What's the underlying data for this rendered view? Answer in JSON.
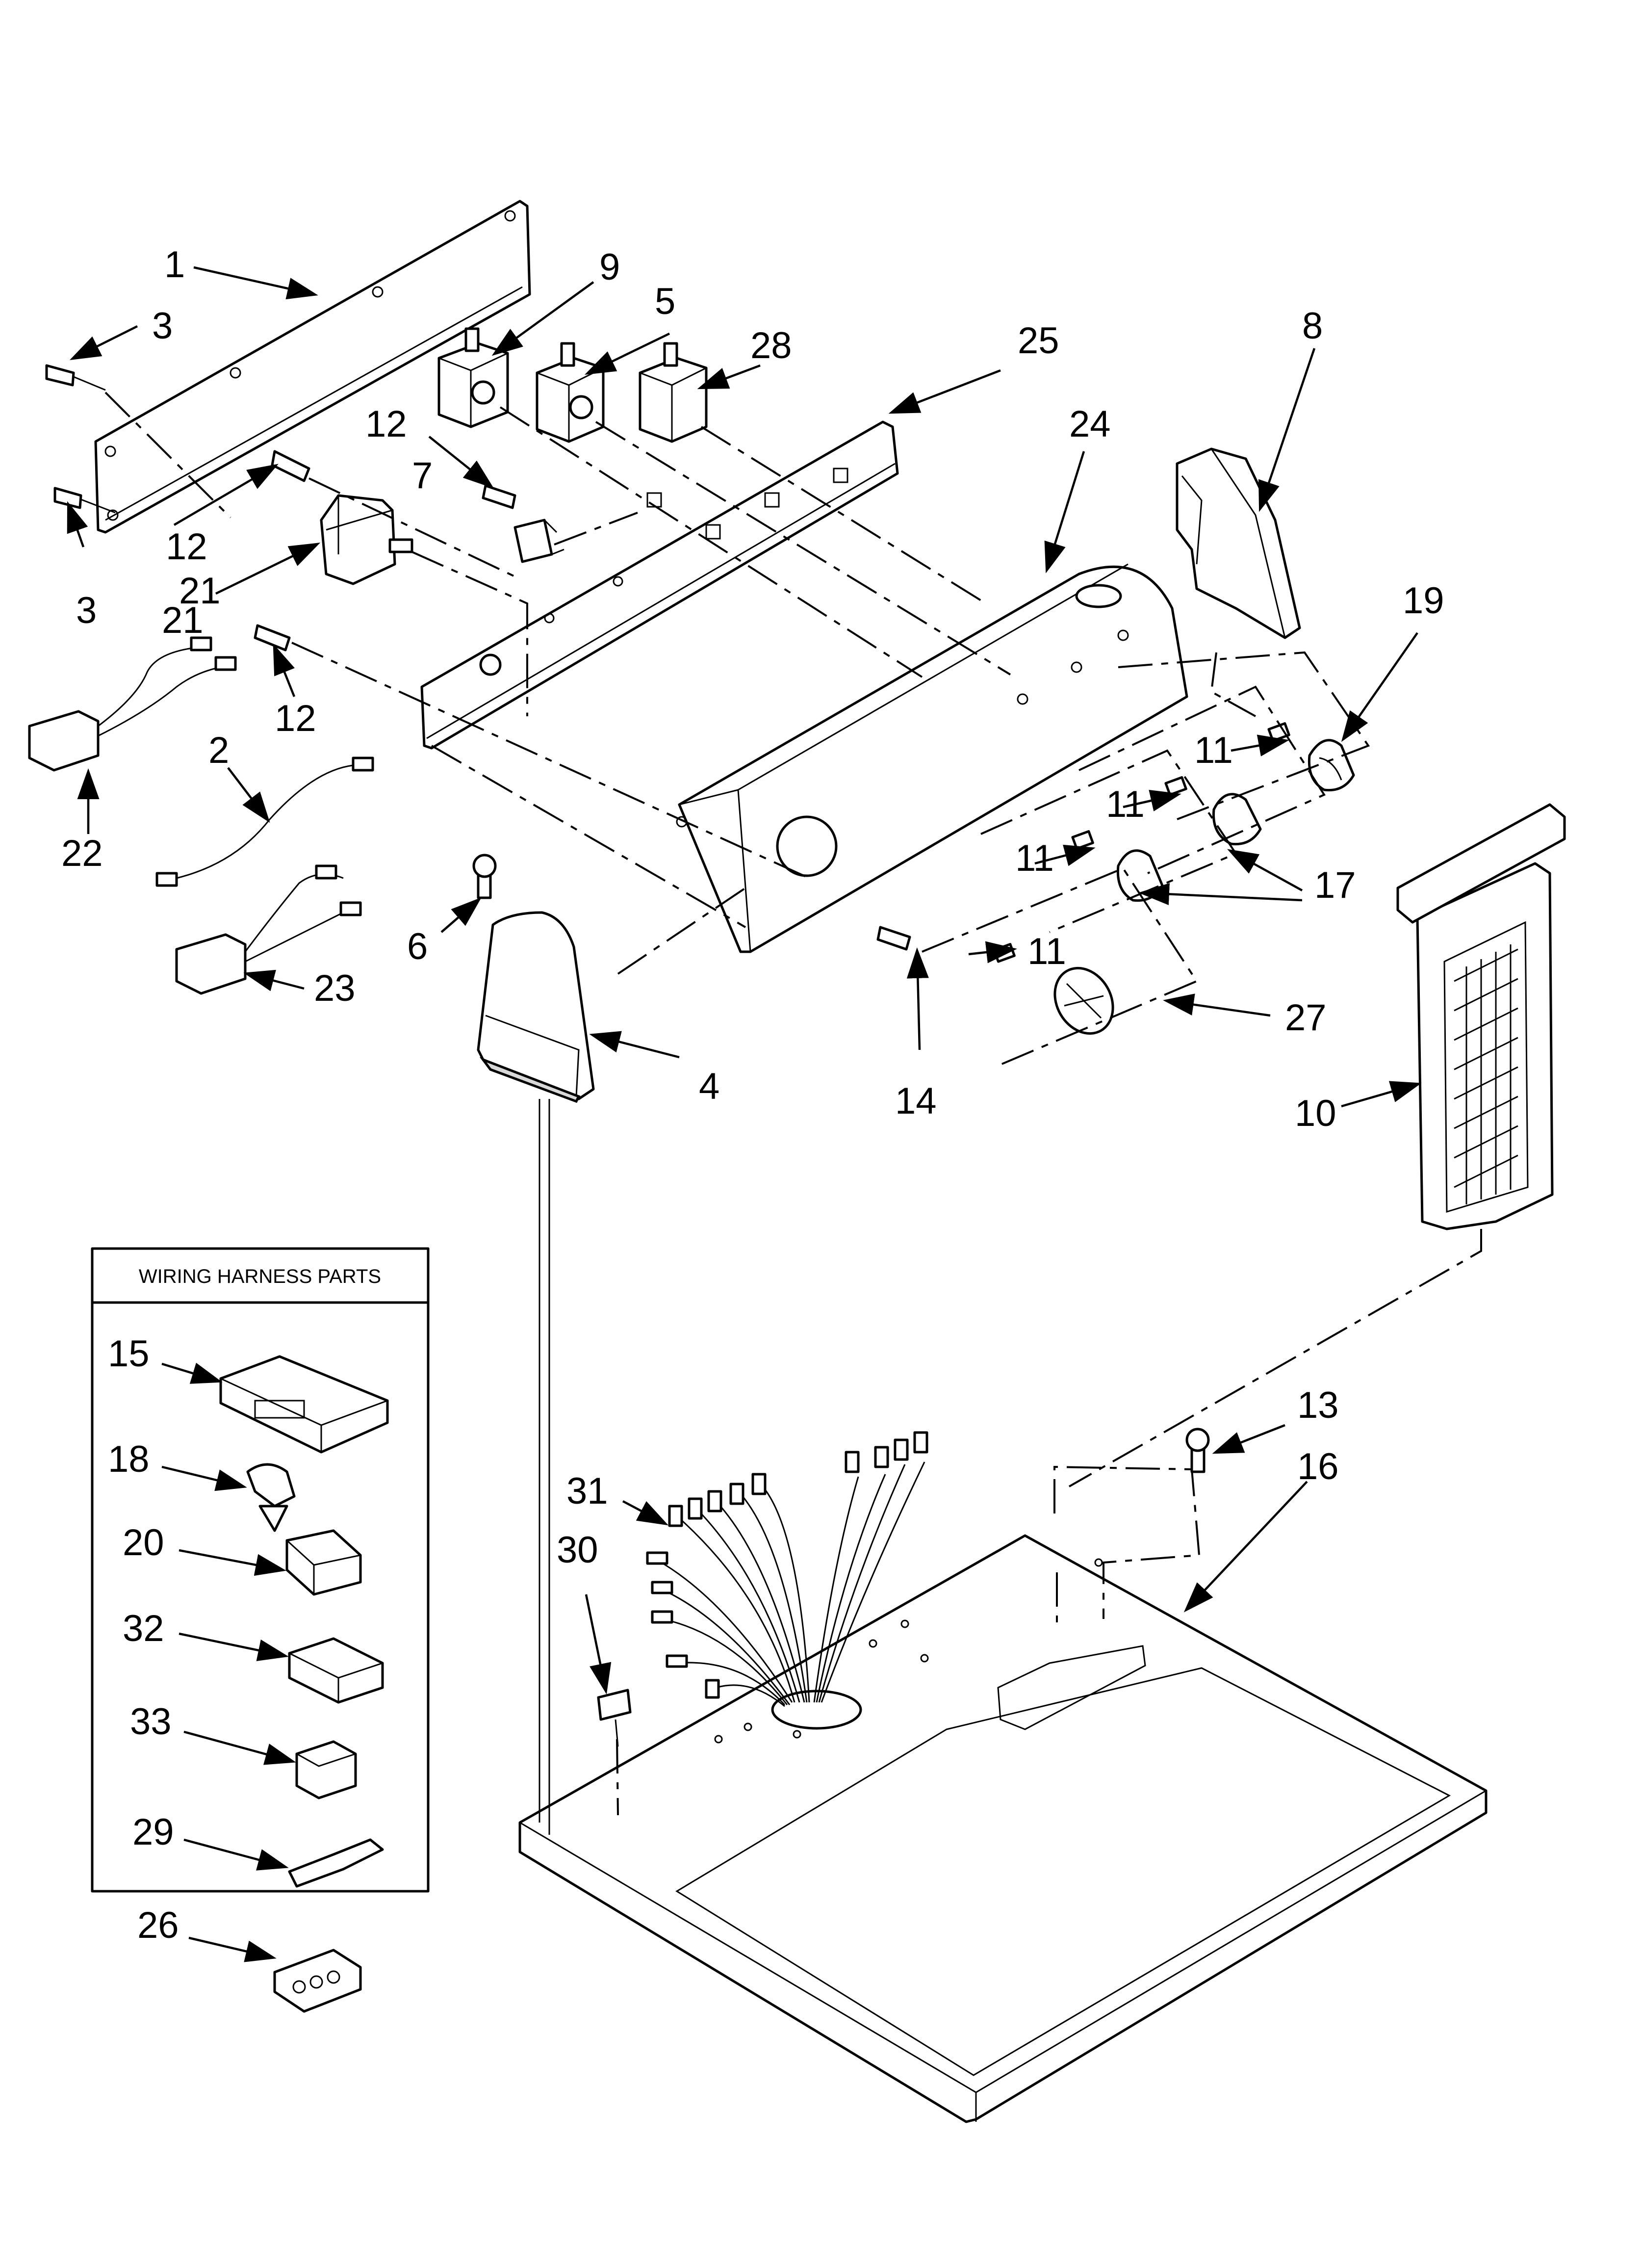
{
  "callouts": {
    "c1": "1",
    "c3a": "3",
    "c3b": "3",
    "c9": "9",
    "c5": "5",
    "c28": "28",
    "c25": "25",
    "c24": "24",
    "c8": "8",
    "c12a": "12",
    "c7": "7",
    "c12b": "12",
    "c21a": "21",
    "c21b": "21",
    "c12c": "12",
    "c19": "19",
    "c11a": "11",
    "c11b": "11",
    "c11c": "11",
    "c11d": "11",
    "c17": "17",
    "c2": "2",
    "c22": "22",
    "c6": "6",
    "c23": "23",
    "c4": "4",
    "c14": "14",
    "c27": "27",
    "c10": "10",
    "c13": "13",
    "c16": "16",
    "c31": "31",
    "c30": "30",
    "c15": "15",
    "c18": "18",
    "c20": "20",
    "c32": "32",
    "c33": "33",
    "c29": "29",
    "c26": "26"
  },
  "wiring_box": {
    "title": "WIRING HARNESS PARTS"
  }
}
